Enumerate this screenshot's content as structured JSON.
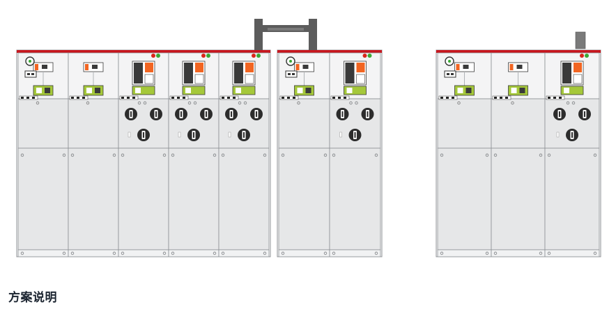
{
  "section": {
    "heading": "方案说明"
  },
  "diagram": {
    "colors": {
      "panel_fill": "#e6e7e8",
      "panel_stroke": "#8d9094",
      "top_bar": "#c8161e",
      "mimic_orange": "#f26522",
      "mimic_dark": "#3a3a3a",
      "mimic_yellowgreen": "#a5c83a",
      "switch_dark": "#2c2c2c",
      "indicator_red": "#d9261c",
      "indicator_green": "#3aa935",
      "bridge_gray": "#5c5c5c"
    },
    "group_a_cabinets": [
      "load-switch",
      "load-switch",
      "fuse-combo",
      "fuse-combo",
      "fuse-combo"
    ],
    "group_b_cabinets": [
      "load-switch",
      "fuse-combo"
    ],
    "group_c_cabinets": [
      "load-switch",
      "load-switch",
      "fuse-combo"
    ]
  }
}
